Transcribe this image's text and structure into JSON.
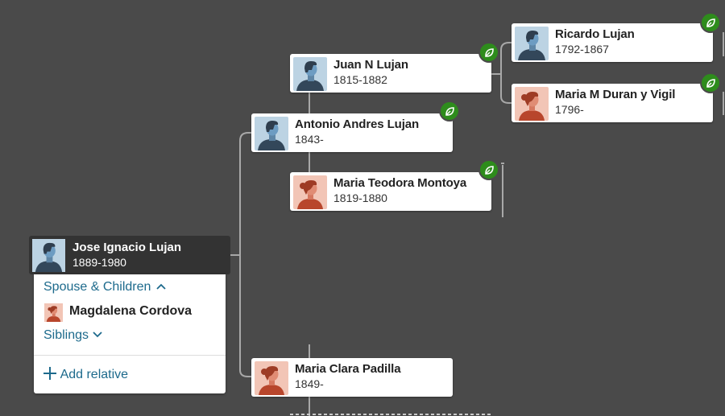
{
  "focus_person": {
    "name": "Jose Ignacio Lujan",
    "dates": "1889-1980"
  },
  "panel": {
    "spouse_children_label": "Spouse & Children",
    "spouse": {
      "name": "Magdalena Cordova"
    },
    "siblings_label": "Siblings",
    "add_relative_label": "Add relative"
  },
  "people": {
    "father": {
      "name": "Antonio Andres Lujan",
      "dates": "1843-"
    },
    "mother": {
      "name": "Maria Clara Padilla",
      "dates": "1849-"
    },
    "paternal_grandfather": {
      "name": "Juan N Lujan",
      "dates": "1815-1882"
    },
    "paternal_grandmother": {
      "name": "Maria Teodora Montoya",
      "dates": "1819-1880"
    },
    "great_grandfather": {
      "name": "Ricardo Lujan",
      "dates": "1792-1867"
    },
    "great_grandmother": {
      "name": "Maria M Duran y Vigil",
      "dates": "1796-"
    }
  },
  "colors": {
    "background": "#4a4a4a",
    "hint_green": "#2e8c1c",
    "link_blue": "#1d6a8c",
    "focus_card": "#333333"
  }
}
